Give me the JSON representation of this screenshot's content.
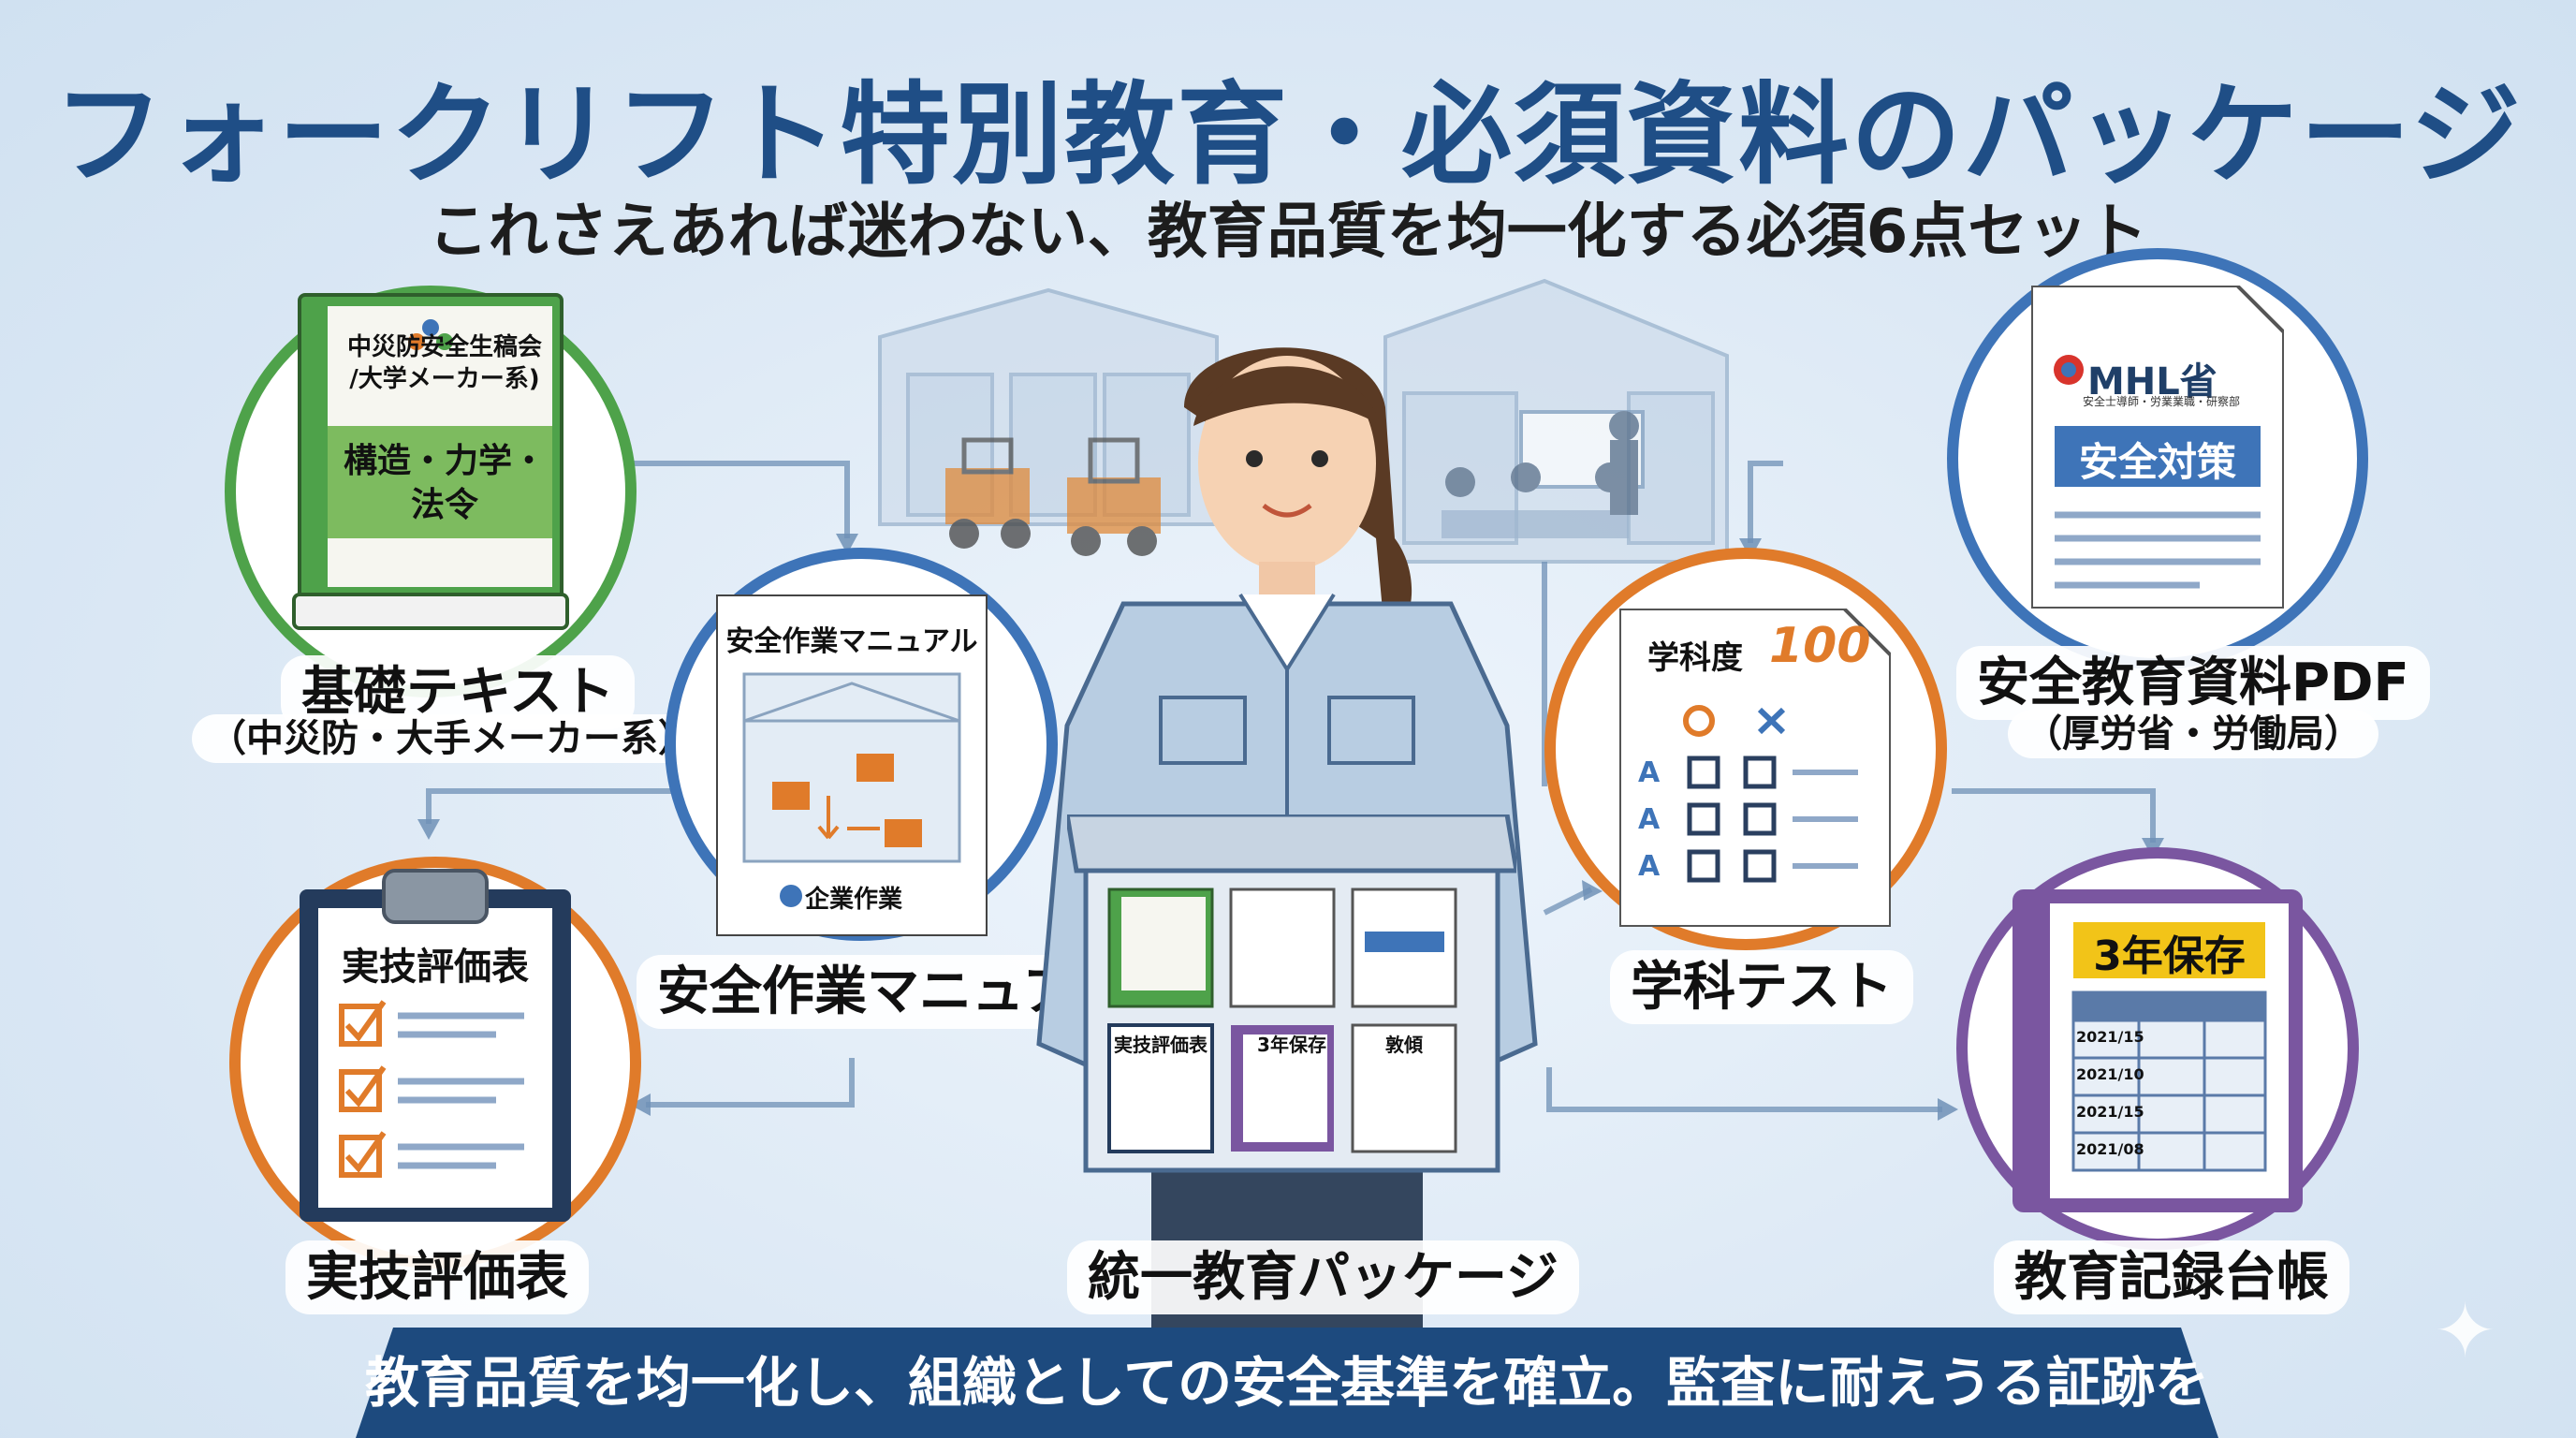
{
  "header": {
    "title": "フォークリフト特別教育・必須資料のパッケージ",
    "subtitle": "これさえあれば迷わない、教育品質を均一化する必須6点セット"
  },
  "items": {
    "basic_text": {
      "label": "基礎テキスト",
      "sublabel": "（中災防・大手メーカー系）",
      "book_publisher": "中災防安全生稿会\n/大学メーカー系)",
      "book_subject": "構造・力学・\n法令"
    },
    "manual": {
      "label": "安全作業マニュアル",
      "doc_title": "安全作業マニュアル",
      "doc_footer": "企業作業"
    },
    "eval_sheet": {
      "label": "実技評価表",
      "doc_title": "実技評価表"
    },
    "package": {
      "label": "統一教育パッケージ",
      "mini_eval": "実技評価表",
      "mini_record": "3年保存",
      "mini_other": "敦傾"
    },
    "test": {
      "label": "学科テスト",
      "doc_title": "学科度",
      "score": "100",
      "marks": [
        "○",
        "×"
      ],
      "row_letter": "A"
    },
    "pdf": {
      "label": "安全教育資料PDF",
      "sublabel": "（厚労省・労働局）",
      "org": "MHL省",
      "org_sub": "安全士導師・労業業職・研察部",
      "doc_heading": "安全対策"
    },
    "record": {
      "label": "教育記録台帳",
      "heading": "3年保存",
      "dates": [
        "2021/15",
        "2021/10",
        "2021/15",
        "2021/08"
      ]
    }
  },
  "footer": {
    "banner": "教育品質を均一化し、組織としての安全基準を確立。監査に耐えうる証跡を整えます。"
  },
  "colors": {
    "title": "#1f4e86",
    "green": "#4ea24a",
    "blue": "#3e74b8",
    "orange": "#e07b2a",
    "purple": "#7a56a0",
    "banner": "#1d4a7e"
  }
}
